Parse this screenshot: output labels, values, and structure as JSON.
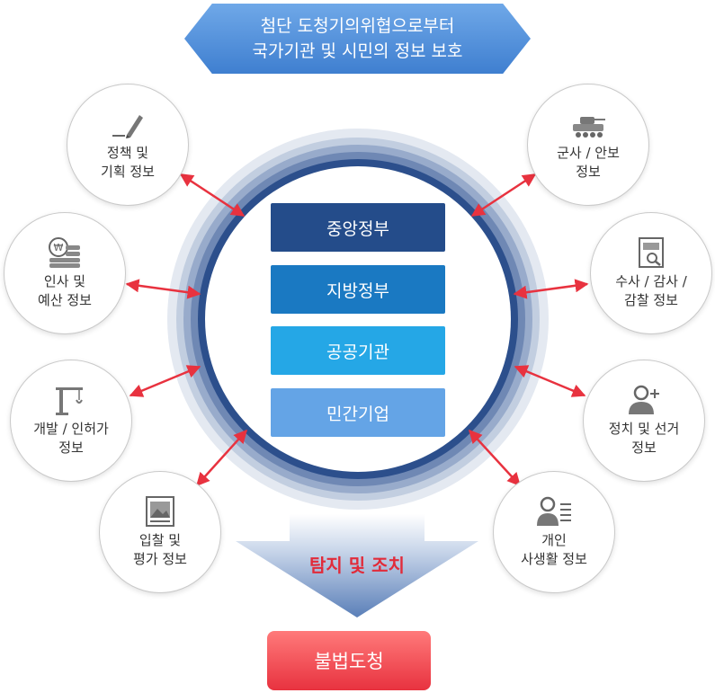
{
  "banner": {
    "line1": "첨단 도청기의위협으로부터",
    "line2": "국가기관 및 시민의 정보 보호"
  },
  "center_bars": [
    {
      "label": "중앙정부",
      "color": "#244c8a"
    },
    {
      "label": "지방정부",
      "color": "#1a79c2"
    },
    {
      "label": "공공기관",
      "color": "#25a7e6"
    },
    {
      "label": "민간기업",
      "color": "#64a4e6"
    }
  ],
  "nodes": {
    "policy": {
      "line1": "정책 및",
      "line2": "기획 정보"
    },
    "hr": {
      "line1": "인사 및",
      "line2": "예산 정보"
    },
    "dev": {
      "line1": "개발 / 인허가",
      "line2": "정보"
    },
    "bid": {
      "line1": "입찰 및",
      "line2": "평가 정보"
    },
    "military": {
      "line1": "군사 / 안보",
      "line2": "정보"
    },
    "audit": {
      "line1": "수사 / 감사 /",
      "line2": "감찰 정보"
    },
    "politics": {
      "line1": "정치 및 선거",
      "line2": "정보"
    },
    "personal": {
      "line1": "개인",
      "line2": "사생활 정보"
    }
  },
  "funnel_label": "탐지 및 조치",
  "result_label": "불법도청",
  "colors": {
    "arrow": "#e8323f",
    "ring": "#2c4f8c",
    "funnel": "#5a7fb8"
  }
}
